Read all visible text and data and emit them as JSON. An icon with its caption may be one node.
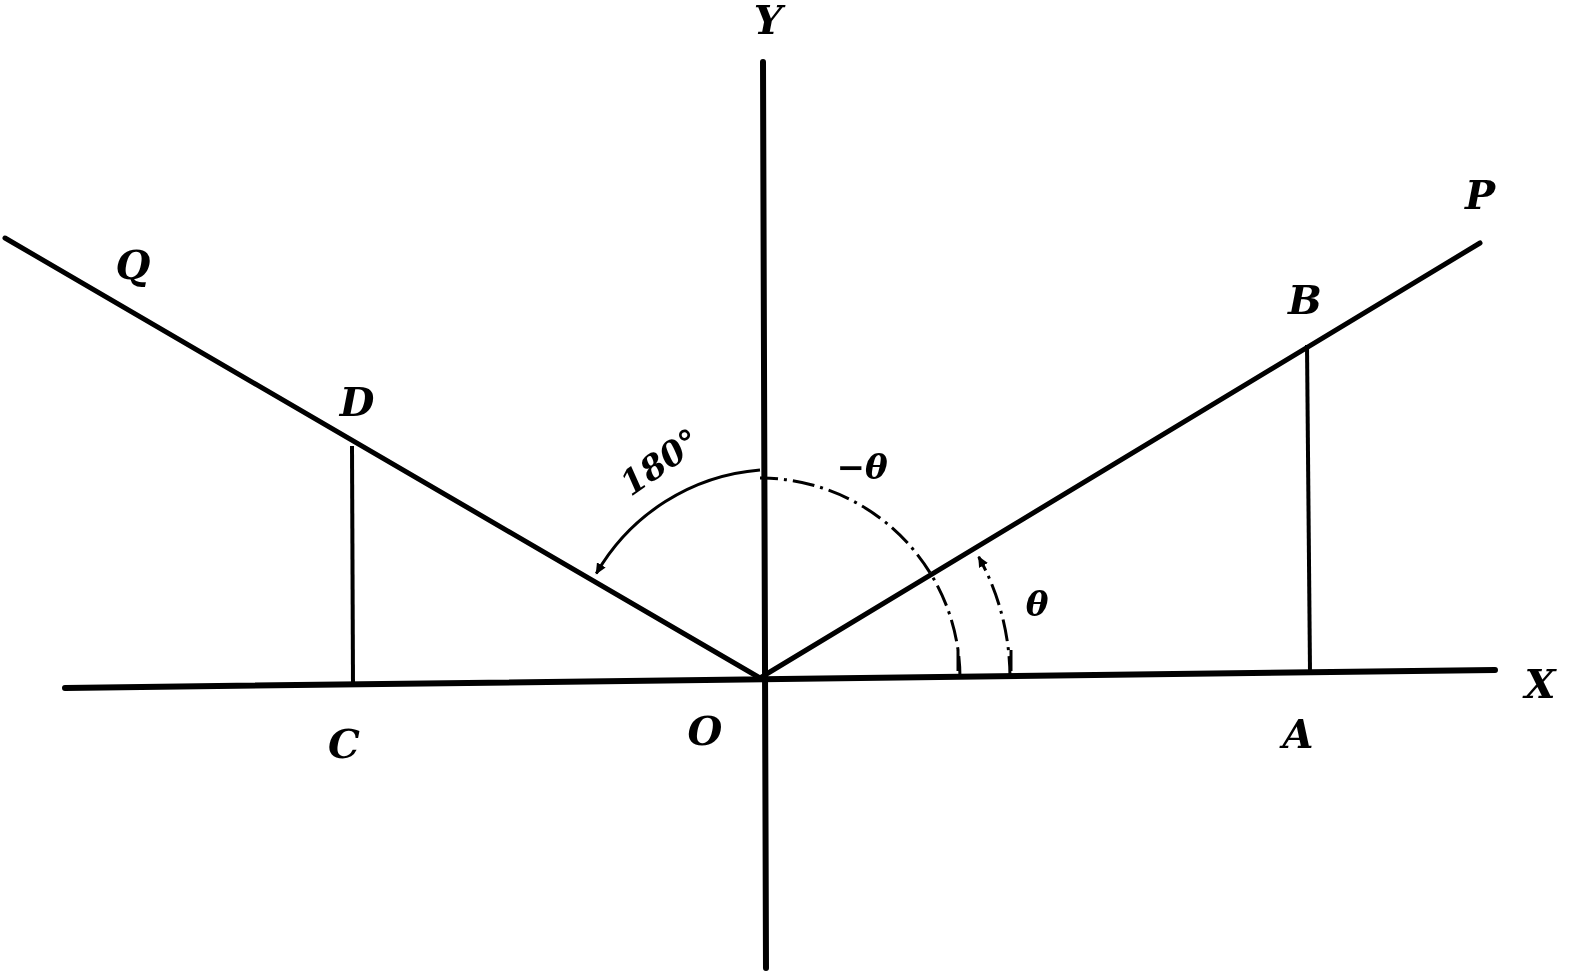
{
  "diagram": {
    "labels": [
      "Y",
      "P",
      "Q",
      "B",
      "D",
      "180°",
      "−θ",
      "θ",
      "X",
      "C",
      "O",
      "A"
    ]
  }
}
